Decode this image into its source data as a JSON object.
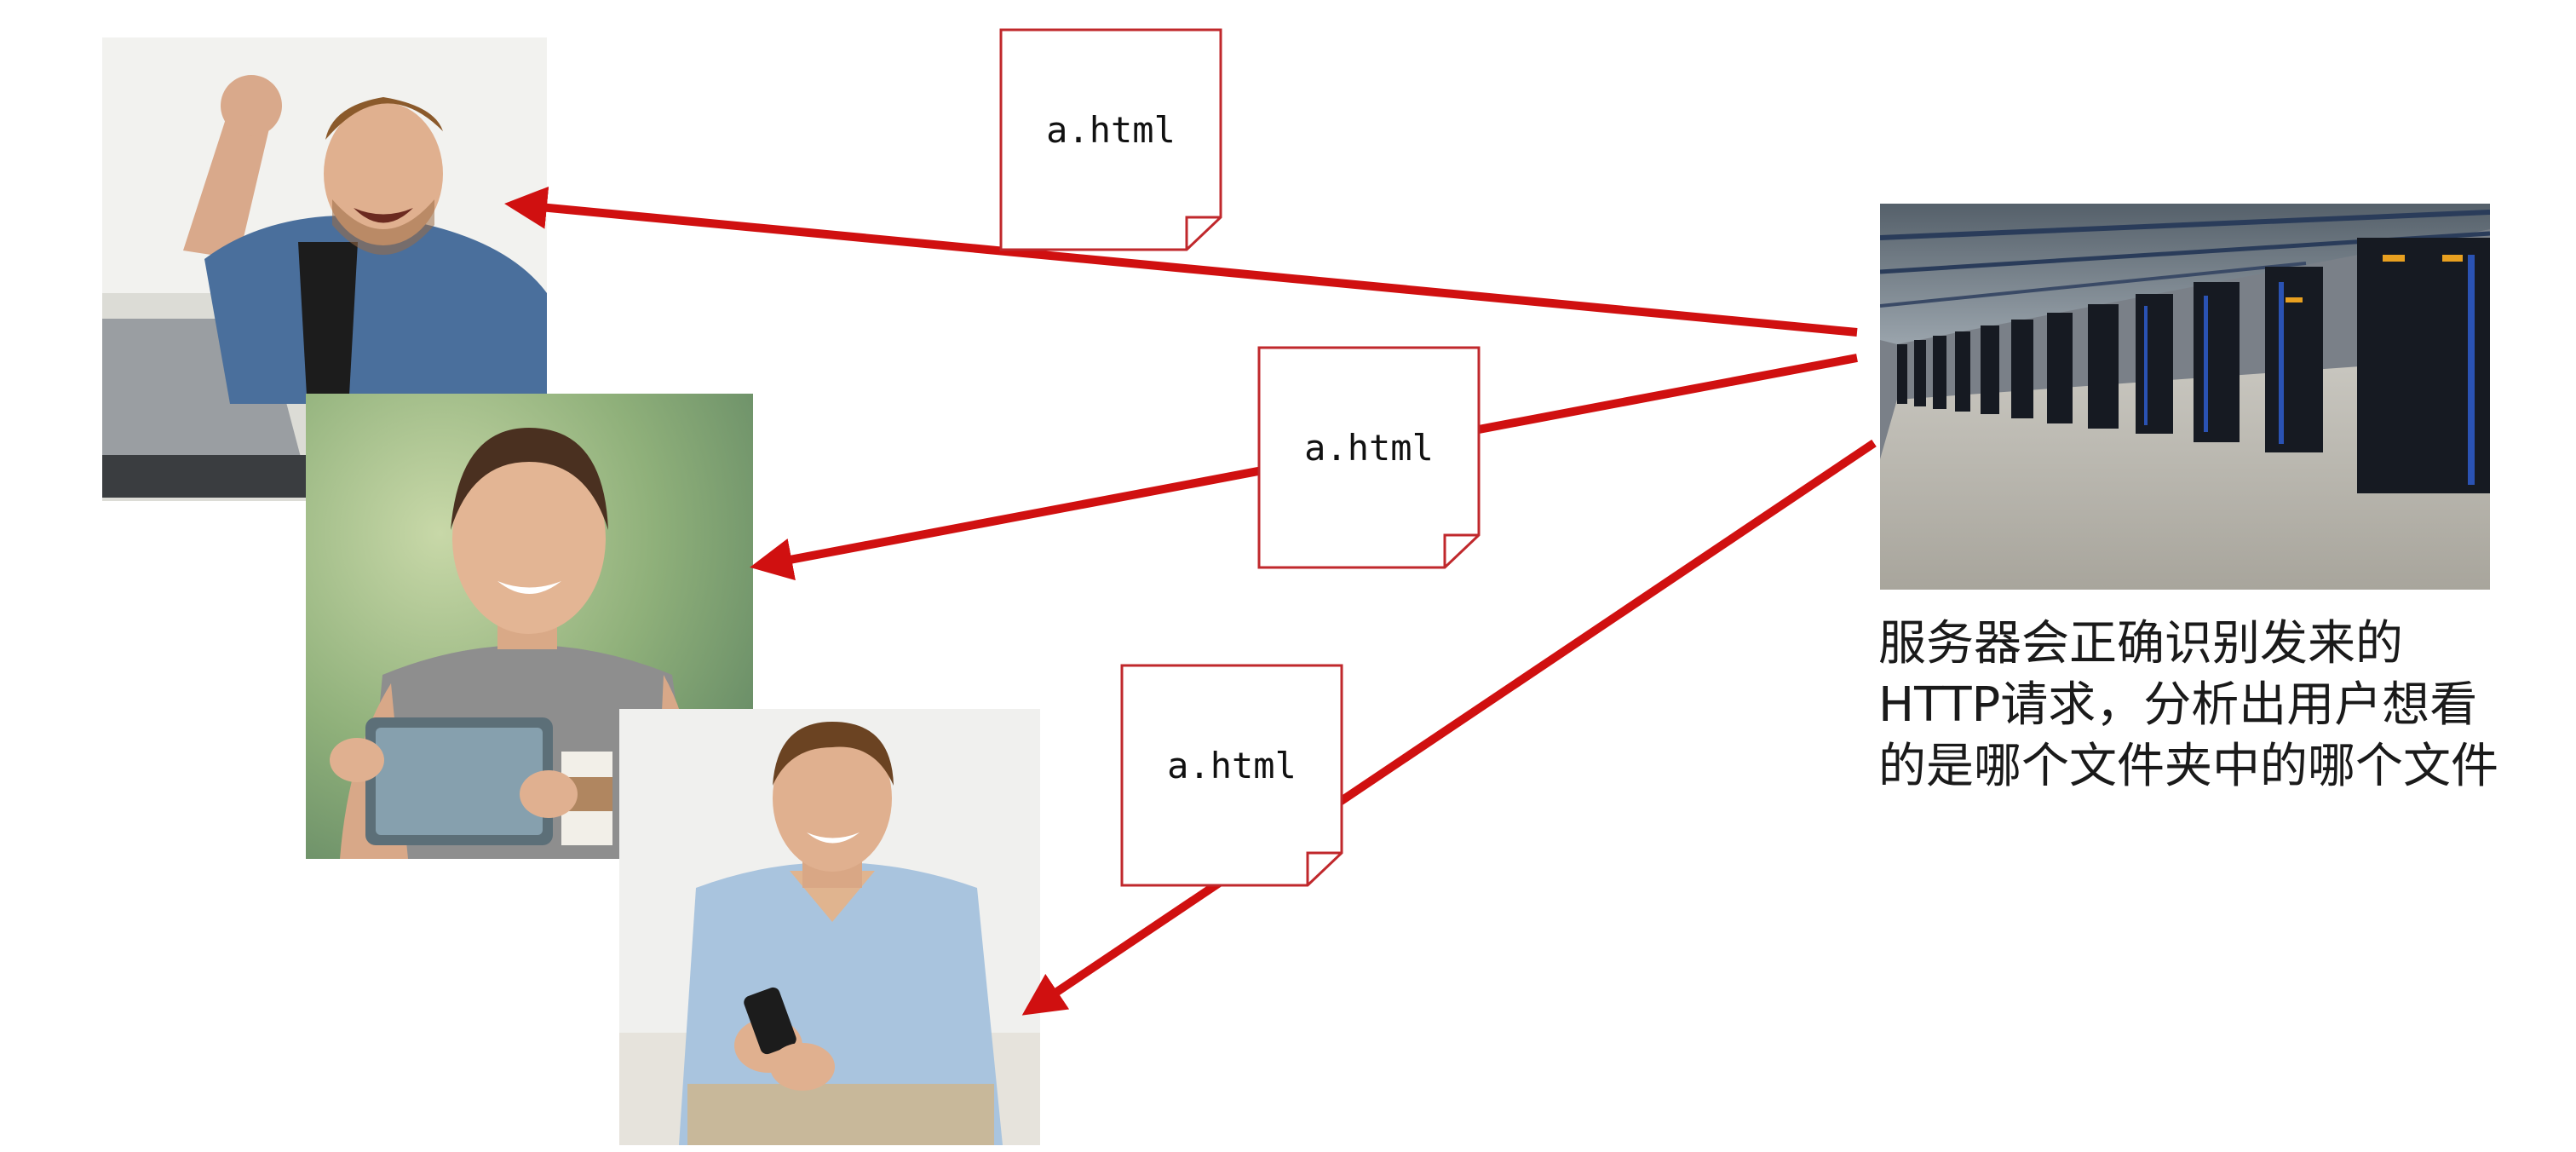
{
  "documents": [
    {
      "label": "a.html"
    },
    {
      "label": "a.html"
    },
    {
      "label": "a.html"
    }
  ],
  "caption": {
    "text": "服务器会正确识别发来的HTTP请求，分析出用户想看的是哪个文件夹中的哪个文件"
  },
  "colors": {
    "arrow": "#d01010",
    "doc_border": "#c0282c"
  },
  "images": [
    {
      "icon": "user-cheering-laptop-photo"
    },
    {
      "icon": "user-woman-tablet-photo"
    },
    {
      "icon": "user-man-phone-photo"
    },
    {
      "icon": "server-room-photo"
    }
  ]
}
